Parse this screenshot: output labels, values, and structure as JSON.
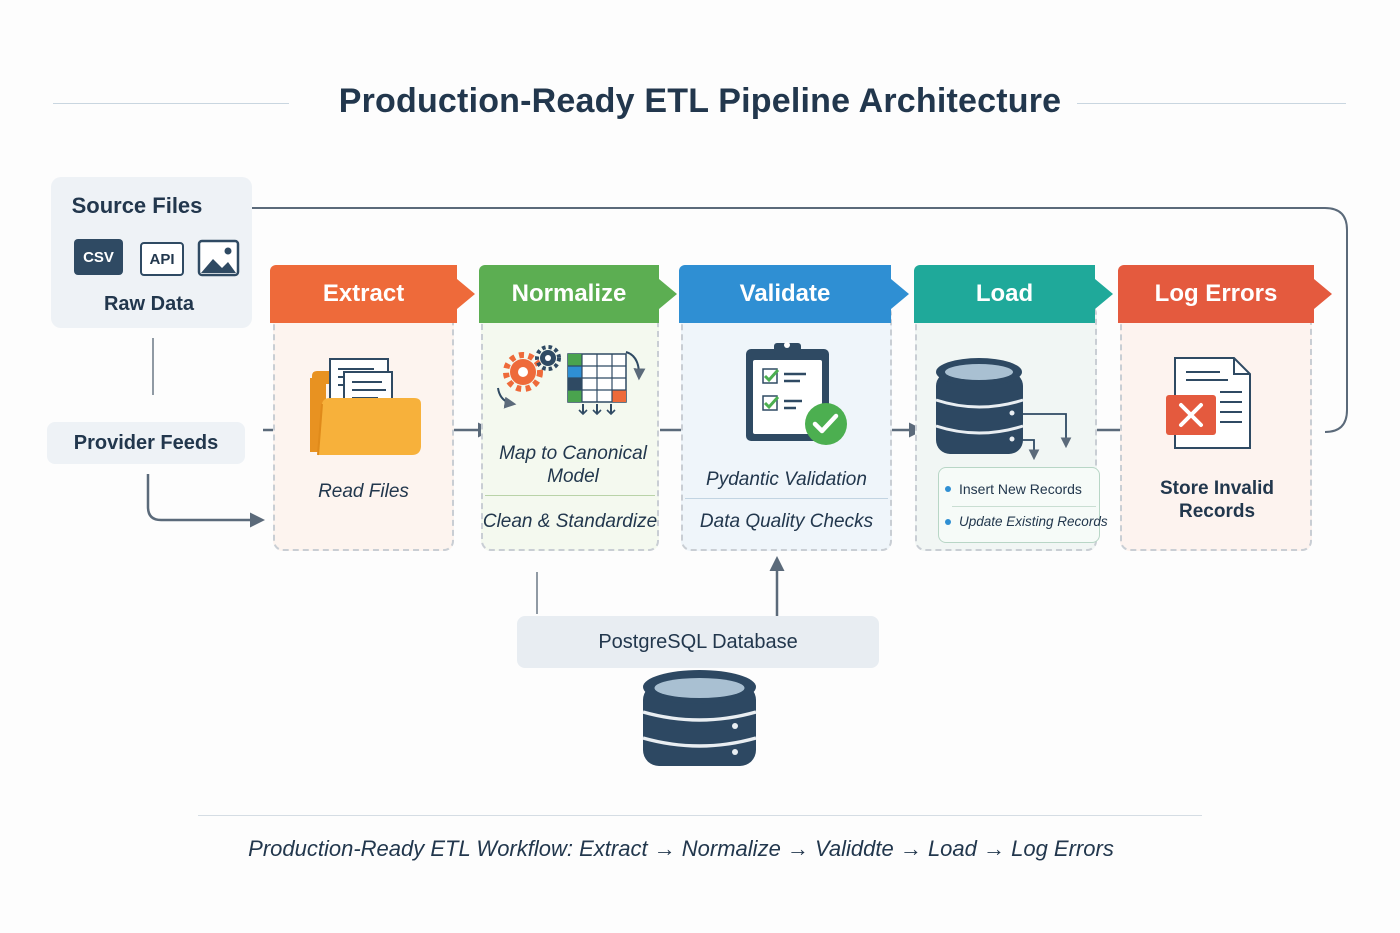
{
  "title": "Production-Ready ETL Pipeline Architecture",
  "source": {
    "title": "Source Files",
    "chips": [
      "CSV",
      "API"
    ],
    "label": "Raw Data",
    "image_icon": "image-icon"
  },
  "provider": {
    "label": "Provider Feeds"
  },
  "stages": [
    {
      "label": "Extract",
      "color": "#ee6a3a",
      "body_color": "#fdf4ef",
      "icon": "folder-documents-icon",
      "texts": [
        "Read Files"
      ]
    },
    {
      "label": "Normalize",
      "color": "#5cae52",
      "body_color": "#f4f9ef",
      "icon": "gears-table-icon",
      "texts": [
        "Map to Canonical Model",
        "Clean & Standardize"
      ]
    },
    {
      "label": "Validate",
      "color": "#2f8fd3",
      "body_color": "#eff5fa",
      "icon": "clipboard-check-icon",
      "texts": [
        "Pydantic Validation",
        "Data Quality Checks"
      ]
    },
    {
      "label": "Load",
      "color": "#1fa99a",
      "body_color": "#f1f6f4",
      "icon": "database-icon",
      "texts": [],
      "records": [
        "Insert New Records",
        "Update Existing Records"
      ]
    },
    {
      "label": "Log Errors",
      "color": "#e45a3e",
      "body_color": "#fdf3ef",
      "icon": "error-document-icon",
      "texts": [
        "Store Invalid Records"
      ]
    }
  ],
  "database": {
    "label": "PostgreSQL Database",
    "icon": "database-icon"
  },
  "footer": "Production-Ready ETL Workflow: Extract → Normalize → Validdte → Load → Log Errors",
  "colors": {
    "navy": "#22374d",
    "db_dark": "#2d4862",
    "db_top": "#a9c0d2",
    "folder": "#f7b13b",
    "check": "#4caf50",
    "gear": "#ee6a3a",
    "connector": "#5b6a7a"
  }
}
